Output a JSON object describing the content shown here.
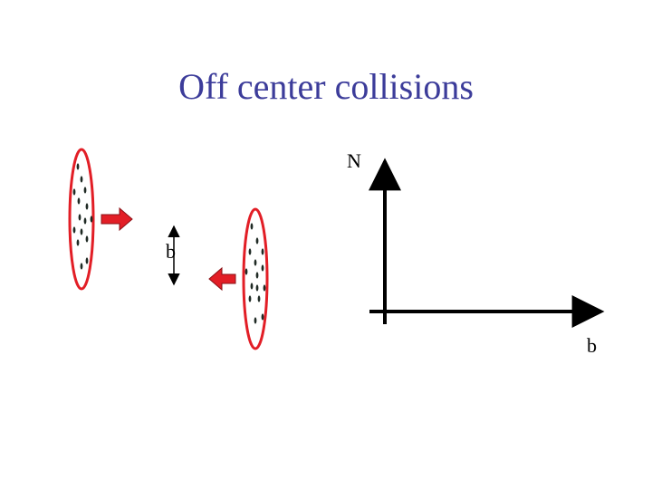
{
  "slide": {
    "title": "Off center collisions",
    "impact_label": "b",
    "y_axis_label": "N",
    "x_axis_label": "b"
  },
  "colors": {
    "title": "#3c3c9a",
    "nucleus_outline": "#e21e26",
    "arrow_fill": "#e21e26",
    "nucleon": "#1f2a24",
    "axis": "#000000"
  },
  "icons": {
    "left_nucleus": "ellipse-nucleus-icon",
    "right_nucleus": "ellipse-nucleus-icon",
    "right_arrow": "arrow-right-icon",
    "left_arrow": "arrow-left-icon",
    "impact_arrow": "double-arrow-vertical-icon"
  }
}
